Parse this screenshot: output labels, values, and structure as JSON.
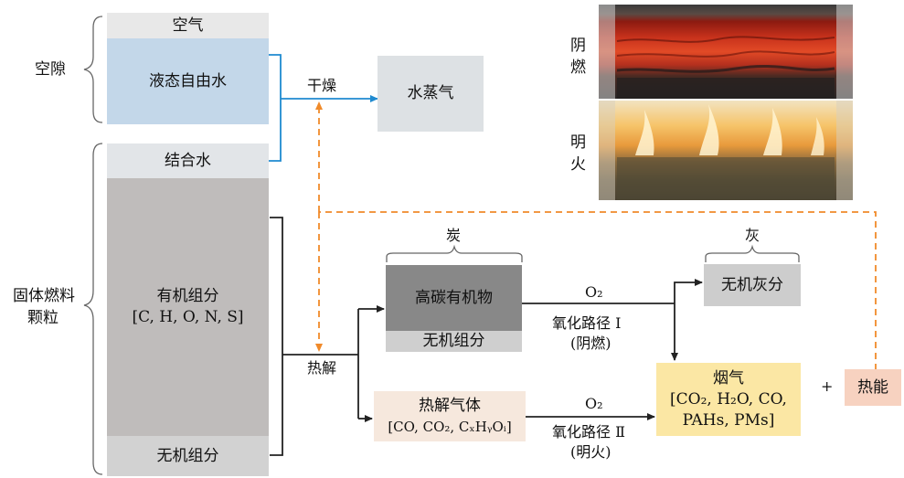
{
  "particle": {
    "air": "空气",
    "free_water": "液态自由水",
    "bound_water": "结合水",
    "organic_title": "有机组分",
    "organic_formula": "[C, H, O, N, S]",
    "inorganic": "无机组分"
  },
  "left_labels": {
    "pore": "空隙",
    "solid_fuel_line1": "固体燃料",
    "solid_fuel_line2": "颗粒"
  },
  "process": {
    "drying": "干燥",
    "vapor": "水蒸气",
    "pyrolysis": "热解",
    "char_label": "炭",
    "high_carbon": "高碳有机物",
    "char_inorganic": "无机组分",
    "pyro_gas_title": "热解气体",
    "pyro_gas_formula": "[CO, CO₂, CₓHᵧOᵢ]",
    "ash_label": "灰",
    "ash": "无机灰分",
    "o2_top": "O₂",
    "route1_line1": "氧化路径 Ⅰ",
    "route1_line2": "(阴燃)",
    "o2_bottom": "O₂",
    "route2_line1": "氧化路径 Ⅱ",
    "route2_line2": "(明火)",
    "flue_title": "烟气",
    "flue_line1": "[CO₂, H₂O, CO,",
    "flue_line2": "PAHs, PMs]",
    "plus": "+",
    "heat": "热能"
  },
  "photo_labels": {
    "smolder_1": "阴",
    "smolder_2": "燃",
    "flame_1": "明",
    "flame_2": "火"
  },
  "colors": {
    "air": "#e8e8e8",
    "free_water": "#c3d7e9",
    "bound_water": "#e2e5e8",
    "organic": "#bfbcbb",
    "inorganic": "#d2d2d2",
    "vapor": "#dde1e4",
    "high_carbon": "#888888",
    "char_inorganic": "#cfcfcf",
    "ash": "#cdcdcd",
    "pyro_gas": "#f6e8dd",
    "flue": "#fbe7a4",
    "heat": "#f7d2c0",
    "blue_arrow": "#1f8ad0",
    "orange_dash": "#f08a2a"
  }
}
